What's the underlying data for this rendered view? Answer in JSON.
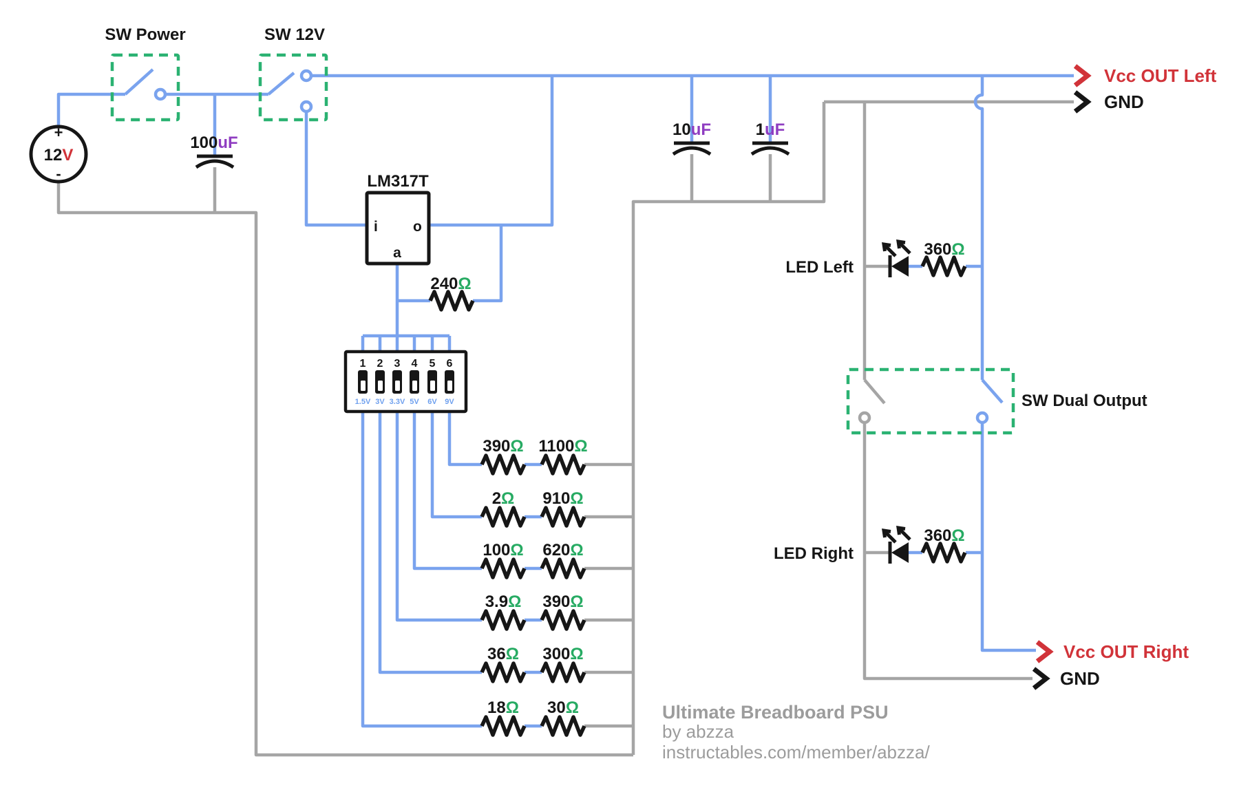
{
  "colors": {
    "wire_blue": "#7aa3ee",
    "wire_gray": "#a5a5a5",
    "switch_box_green": "#2bb272",
    "ohm_green": "#27ab63",
    "cap_unit_purple": "#8f3dc1",
    "vcc_red": "#d13339",
    "dip_label_blue": "#6fa0ee",
    "ink_black": "#161616",
    "credits_gray": "#9c9c9c"
  },
  "labels": {
    "sw_power": "SW Power",
    "sw_12v": "SW 12V",
    "sw_dual": "SW Dual Output"
  },
  "source": {
    "plus": "+",
    "minus": "-",
    "value": "12",
    "unit": "V"
  },
  "capacitors": [
    {
      "value": "100",
      "unit": "uF"
    },
    {
      "value": "10",
      "unit": "uF"
    },
    {
      "value": "1",
      "unit": "uF"
    }
  ],
  "regulator": {
    "name": "LM317T",
    "pin_input": "i",
    "pin_output": "o",
    "pin_adjust": "a"
  },
  "resistor_240": {
    "value": "240"
  },
  "symbols": {
    "ohm": "Ω"
  },
  "dip_switch": {
    "positions": [
      "1",
      "2",
      "3",
      "4",
      "5",
      "6"
    ],
    "voltages": [
      "1.5V",
      "3V",
      "3.3V",
      "5V",
      "6V",
      "9V"
    ]
  },
  "resistor_rows": [
    {
      "r1": "390",
      "r2": "1100"
    },
    {
      "r1": "2",
      "r2": "910"
    },
    {
      "r1": "100",
      "r2": "620"
    },
    {
      "r1": "3.9",
      "r2": "390"
    },
    {
      "r1": "36",
      "r2": "300"
    },
    {
      "r1": "18",
      "r2": "30"
    }
  ],
  "leds": {
    "left": {
      "label": "LED Left",
      "resistor": "360"
    },
    "right": {
      "label": "LED Right",
      "resistor": "360"
    }
  },
  "outputs": {
    "vcc_left": "Vcc OUT Left",
    "gnd_top": "GND",
    "vcc_right": "Vcc OUT Right",
    "gnd_bottom": "GND"
  },
  "credits": {
    "title": "Ultimate Breadboard PSU",
    "byline": "by abzza",
    "url": "instructables.com/member/abzza/"
  }
}
